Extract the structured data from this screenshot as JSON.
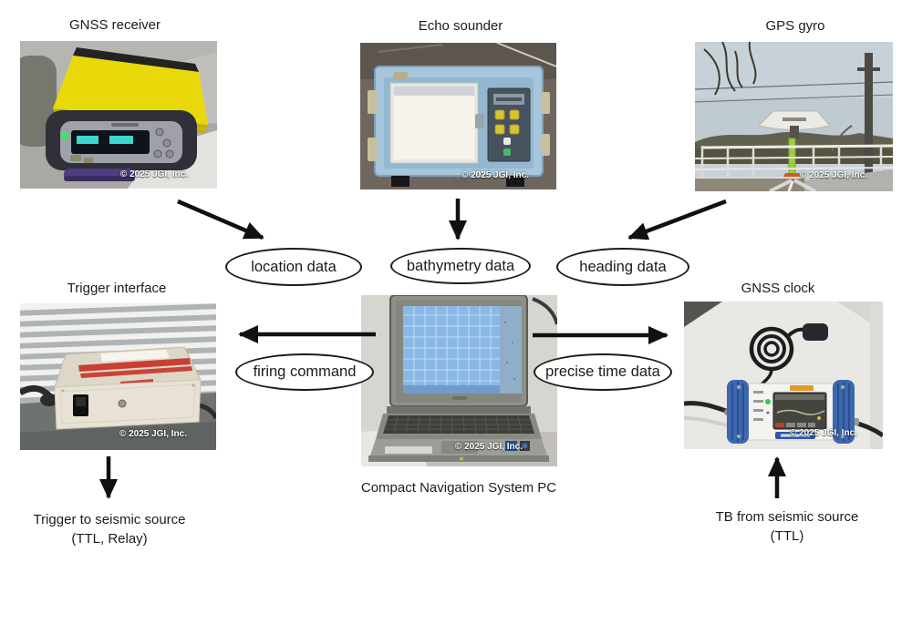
{
  "watermark": "© 2025 JGI, Inc.",
  "nodes": {
    "gnss_receiver": {
      "label": "GNSS receiver"
    },
    "echo_sounder": {
      "label": "Echo sounder"
    },
    "gps_gyro": {
      "label": "GPS gyro"
    },
    "trigger_interface": {
      "label": "Trigger interface"
    },
    "gnss_clock": {
      "label": "GNSS clock"
    },
    "navigation_pc": {
      "label": "Compact Navigation System PC"
    }
  },
  "data_flows": {
    "location": {
      "label": "location data"
    },
    "bathymetry": {
      "label": "bathymetry data"
    },
    "heading": {
      "label": "heading data"
    },
    "firing": {
      "label": "firing command"
    },
    "precise_time": {
      "label": "precise time data"
    }
  },
  "external_links": {
    "trigger_out": {
      "line1": "Trigger to seismic source",
      "line2": "(TTL, Relay)"
    },
    "time_break_in": {
      "line1": "TB from seismic source",
      "line2": "(TTL)"
    }
  },
  "colors": {
    "background": "#ffffff",
    "text": "#1c1c1c",
    "arrow": "#111111",
    "ellipse_border": "#1a1a1a",
    "watermark": "#ffffff"
  }
}
